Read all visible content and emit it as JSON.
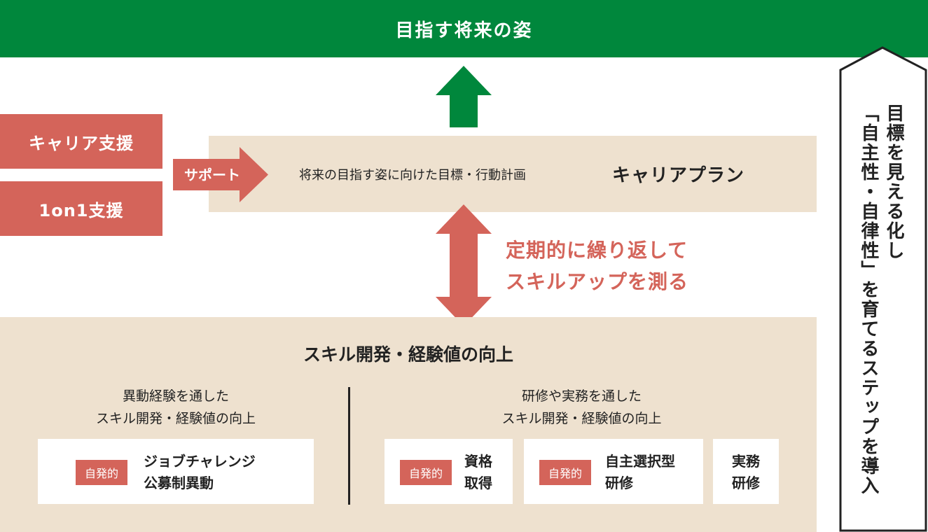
{
  "goal": {
    "title": "目指す将来の姿"
  },
  "support": {
    "career_support": "キャリア支援",
    "one_on_one": "1on1支援",
    "arrow_label": "サポート"
  },
  "career_plan": {
    "description": "将来の目指す姿に向けた目標・行動計画",
    "title": "キャリアプラン"
  },
  "repeat": {
    "line1": "定期的に繰り返して",
    "line2": "スキルアップを測る"
  },
  "skill": {
    "title": "スキル開発・経験値の向上",
    "left": {
      "heading_line1": "異動経験を通した",
      "heading_line2": "スキル開発・経験値の向上",
      "card": {
        "tag": "自発的",
        "line1": "ジョブチャレンジ",
        "line2": "公募制異動"
      }
    },
    "right": {
      "heading_line1": "研修や実務を通した",
      "heading_line2": "スキル開発・経験値の向上",
      "cards": [
        {
          "tag": "自発的",
          "line1": "資格",
          "line2": "取得"
        },
        {
          "tag": "自発的",
          "line1": "自主選択型",
          "line2": "研修"
        },
        {
          "line1": "実務",
          "line2": "研修"
        }
      ]
    }
  },
  "side_arrow": {
    "line1": "目標を見える化し",
    "line2": "「自主性・自律性」を育てるステップを導入"
  },
  "colors": {
    "green": "#00873c",
    "red": "#d4645a",
    "beige": "#eee1cf",
    "text": "#222222"
  }
}
